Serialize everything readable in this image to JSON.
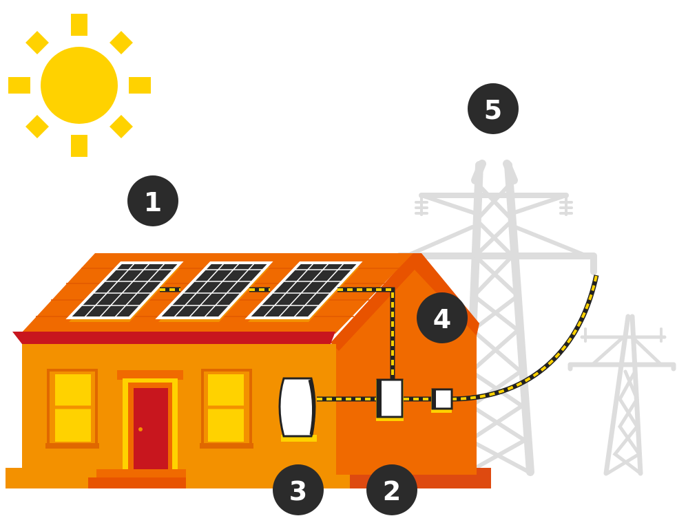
{
  "colors": {
    "sun": "#FFD200",
    "roof": "#F06A00",
    "roof_ridge": "#E85300",
    "eave": "#C8161E",
    "wall_front": "#F39100",
    "wall_side": "#F06A00",
    "base_dark": "#DE4A10",
    "window": "#FFD200",
    "door": "#C8161E",
    "panel": "#2D2D2D",
    "cable_black": "#222222",
    "cable_yellow": "#FFD200",
    "pylon": "#DDDDDD",
    "badge": "#2B2B2B",
    "badge_text": "#FFFFFF"
  },
  "icons": {
    "sun": "sun-icon",
    "house": "house-icon",
    "panels": "solar-panel-icon",
    "battery": "battery-icon",
    "inverter": "inverter-icon",
    "meter": "meter-icon",
    "pylons": "electricity-pylon-icon"
  },
  "markers": [
    {
      "label": "1"
    },
    {
      "label": "2"
    },
    {
      "label": "3"
    },
    {
      "label": "4"
    },
    {
      "label": "5"
    }
  ]
}
